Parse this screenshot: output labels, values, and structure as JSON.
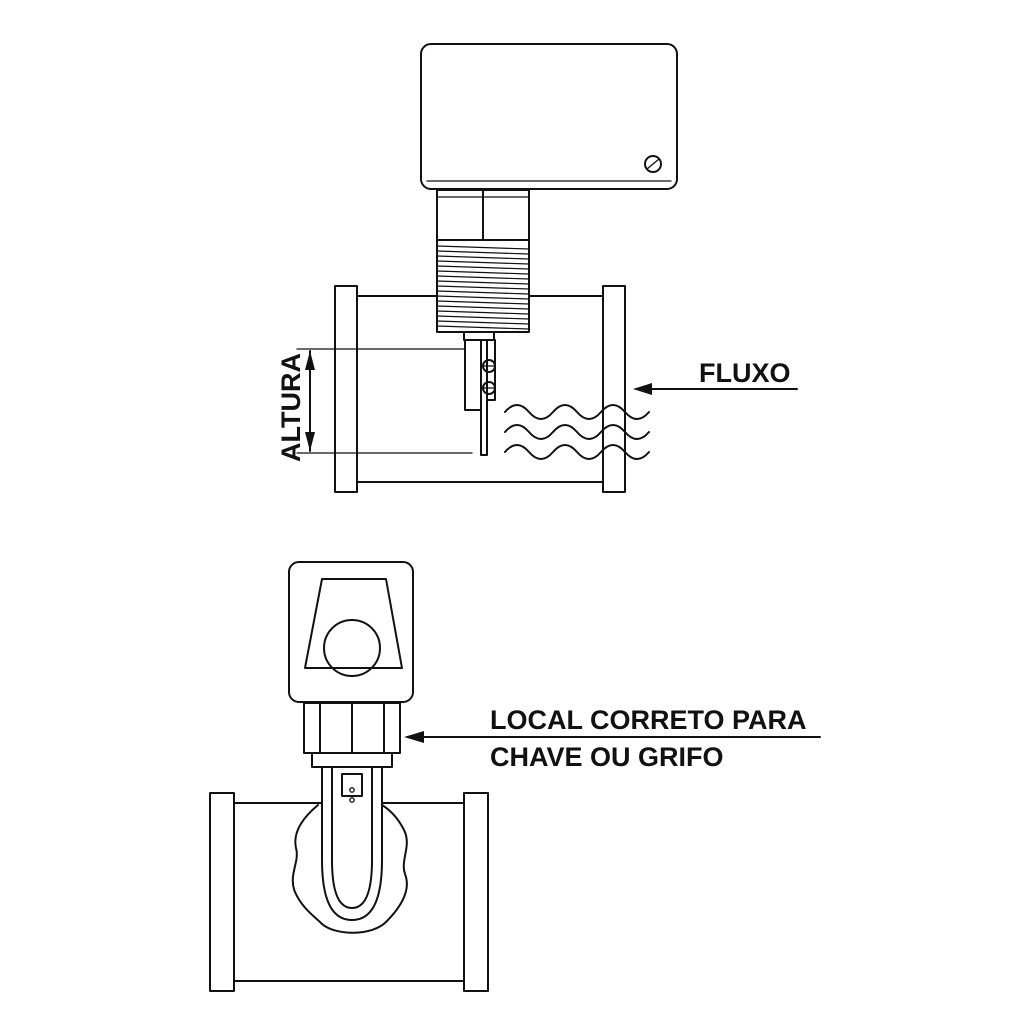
{
  "labels": {
    "flow": "FLUXO",
    "height": "ALTURA",
    "wrench_line1": "LOCAL CORRETO PARA",
    "wrench_line2": "CHAVE OU GRIFO"
  },
  "colors": {
    "line": "#111111",
    "background": "#ffffff"
  }
}
